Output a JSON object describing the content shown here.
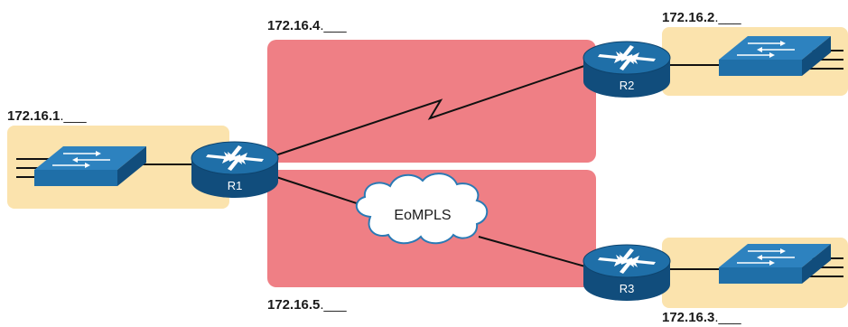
{
  "colors": {
    "lan": "#fbe3ad",
    "wan": "#ef7f85",
    "device": "#1f6fa8",
    "device_dark": "#114d7c",
    "cloud_fill": "#ffffff",
    "cloud_stroke": "#2a7ab5",
    "link": "#111111"
  },
  "subnets": {
    "lan1": {
      "prefix": "172.16.1",
      "suffix": ".___"
    },
    "lan2": {
      "prefix": "172.16.2",
      "suffix": ".___"
    },
    "lan3": {
      "prefix": "172.16.3",
      "suffix": ".___"
    },
    "wan1": {
      "prefix": "172.16.4",
      "suffix": ".___"
    },
    "wan2": {
      "prefix": "172.16.5",
      "suffix": ".___"
    }
  },
  "routers": {
    "r1": {
      "label": "R1",
      "icon": "router-icon"
    },
    "r2": {
      "label": "R2",
      "icon": "router-icon"
    },
    "r3": {
      "label": "R3",
      "icon": "router-icon"
    }
  },
  "switches": {
    "sw1": {
      "icon": "switch-icon"
    },
    "sw2": {
      "icon": "switch-icon"
    },
    "sw3": {
      "icon": "switch-icon"
    }
  },
  "cloud": {
    "label": "EoMPLS",
    "icon": "cloud-icon"
  }
}
